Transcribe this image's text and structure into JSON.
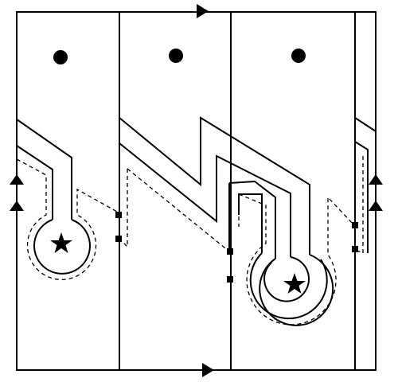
{
  "diagram": {
    "colors": {
      "stroke": "#000000",
      "background": "#ffffff"
    },
    "markers": {
      "points": [
        "dot",
        "dot",
        "dot"
      ],
      "stars": [
        "star",
        "star"
      ],
      "squares": [
        "square",
        "square",
        "square",
        "square",
        "square",
        "square"
      ],
      "arrows": [
        "arrow-right",
        "arrow-right",
        "arrow-up",
        "arrow-up",
        "arrow-up",
        "arrow-up"
      ]
    }
  }
}
